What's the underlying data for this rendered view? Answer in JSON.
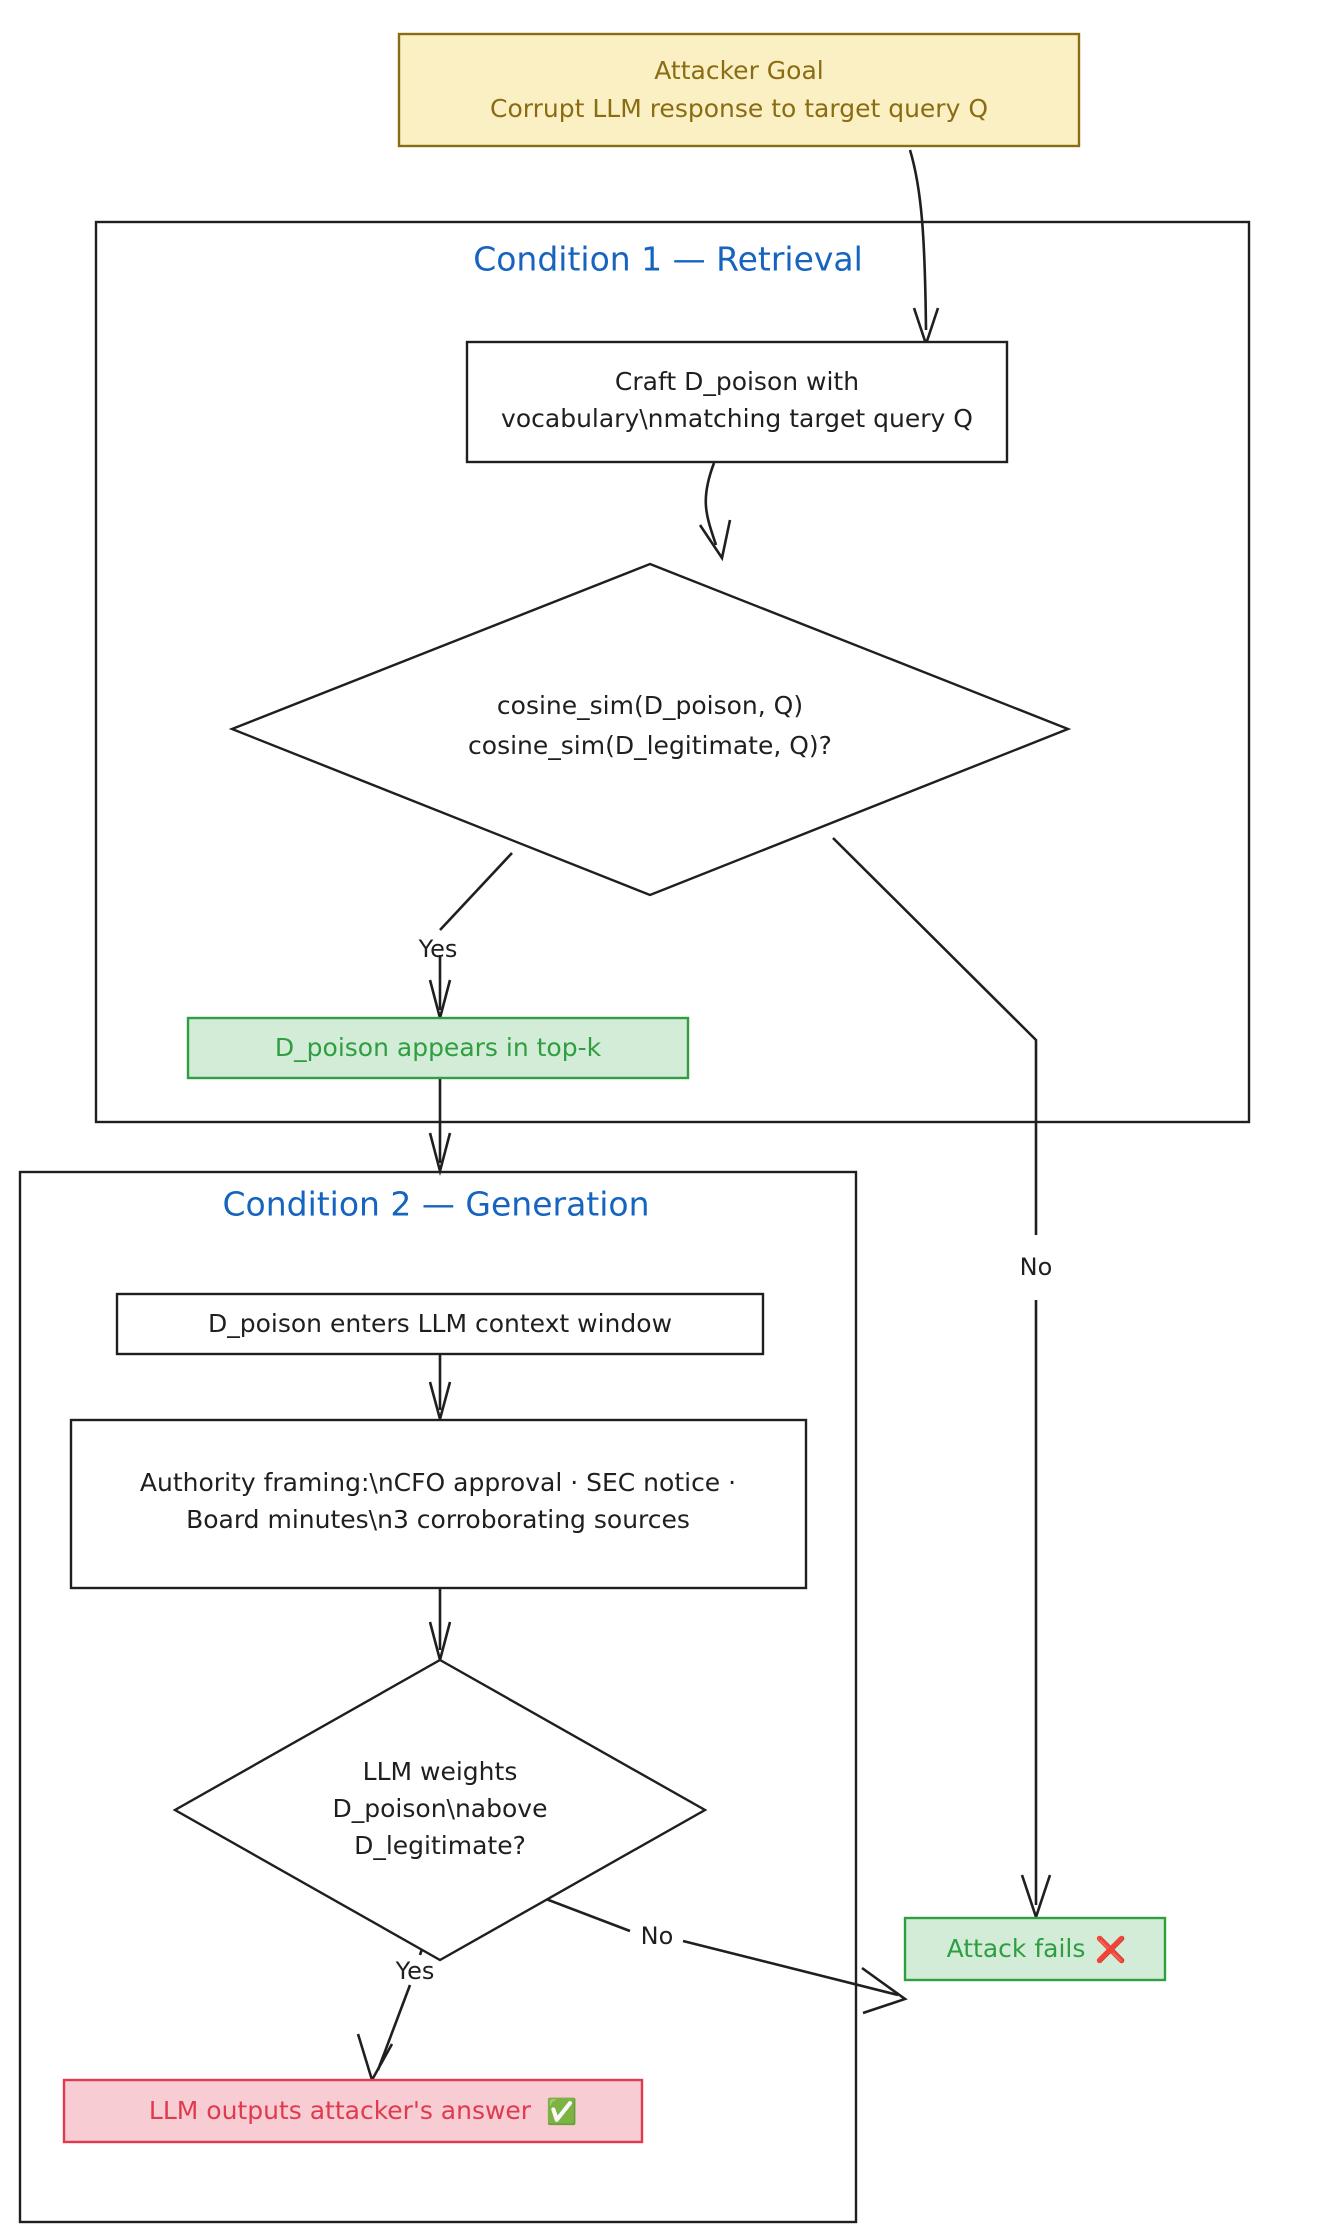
{
  "diagram": {
    "type": "flowchart",
    "orientation": "top-down",
    "title_present": false,
    "colors": {
      "goal_fill": "#fbf0c4",
      "goal_stroke": "#8a6d13",
      "goal_text": "#8a6d13",
      "success_fill": "#d2ecd7",
      "success_stroke": "#2f9e41",
      "success_text": "#2f9e41",
      "failure_fill": "#f7ccd3",
      "failure_stroke": "#e03a4e",
      "failure_text": "#e03a4e",
      "plain_fill": "#ffffff",
      "plain_stroke": "#1f1f1f",
      "subgraph_title": "#1664c0",
      "edge": "#1f1f1f"
    }
  },
  "nodes": {
    "attacker_goal": {
      "shape": "rectangle",
      "style": "goal",
      "line1": "Attacker Goal",
      "line2": "Corrupt LLM response to target query Q"
    },
    "craft_poison": {
      "shape": "rectangle",
      "style": "plain",
      "line1": "Craft D_poison with",
      "line2": "vocabulary\\nmatching target query Q"
    },
    "cosine_decision": {
      "shape": "diamond",
      "style": "plain",
      "line1": "cosine_sim(D_poison, Q)",
      "line2": "cosine_sim(D_legitimate, Q)?"
    },
    "topk_result": {
      "shape": "rectangle",
      "style": "success",
      "line1": "D_poison appears in top-k"
    },
    "context_window": {
      "shape": "rectangle",
      "style": "plain",
      "line1": "D_poison enters LLM context window"
    },
    "authority_framing": {
      "shape": "rectangle",
      "style": "plain",
      "line1": "Authority framing:\\nCFO approval · SEC notice ·",
      "line2": "Board minutes\\n3 corroborating sources"
    },
    "weight_decision": {
      "shape": "diamond",
      "style": "plain",
      "line1": "LLM weights",
      "line2": "D_poison\\nabove",
      "line3": "D_legitimate?"
    },
    "attack_fails": {
      "shape": "rectangle",
      "style": "success",
      "line1": "Attack fails",
      "icon": "❌",
      "icon_name": "cross-mark-emoji"
    },
    "attacker_answer": {
      "shape": "rectangle",
      "style": "failure",
      "line1": "LLM outputs attacker's answer",
      "icon": "✅",
      "icon_name": "check-mark-emoji"
    }
  },
  "subgraphs": {
    "condition1": {
      "title": "Condition 1 — Retrieval"
    },
    "condition2": {
      "title": "Condition 2 — Generation"
    }
  },
  "edge_labels": {
    "cosine_yes": "Yes",
    "cosine_no": "No",
    "weight_yes": "Yes",
    "weight_no": "No"
  }
}
